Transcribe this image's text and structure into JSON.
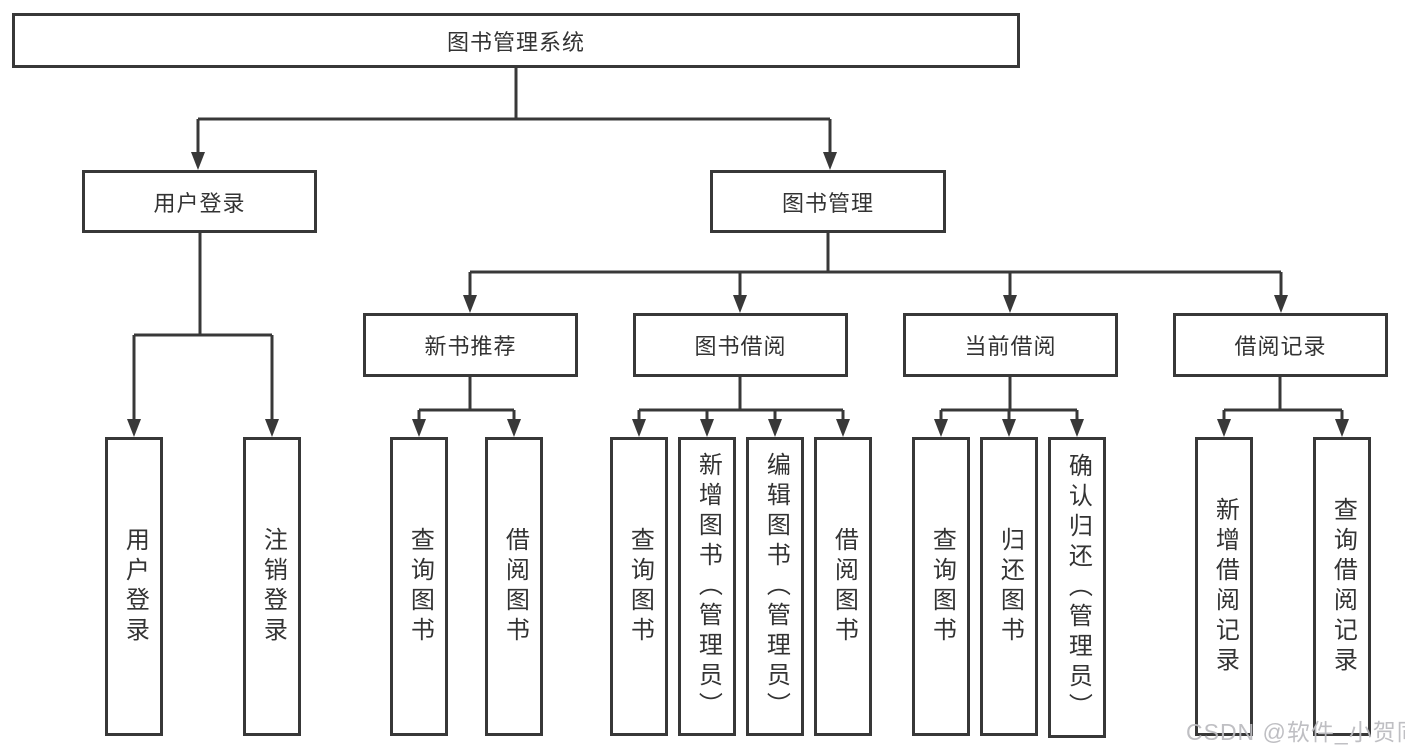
{
  "colors": {
    "line": "#383838",
    "box_border": "#383838",
    "text": "#333333",
    "background": "#ffffff",
    "watermark": "#bcbcc0"
  },
  "watermark": {
    "text": "CSDN @软件_小贺同学"
  },
  "tree": {
    "root": {
      "label": "图书管理系统"
    },
    "branches": [
      {
        "label": "用户登录",
        "leaves": [
          {
            "label": "用户登录"
          },
          {
            "label": "注销登录"
          }
        ]
      },
      {
        "label": "图书管理",
        "children": [
          {
            "label": "新书推荐",
            "leaves": [
              {
                "label": "查询图书"
              },
              {
                "label": "借阅图书"
              }
            ]
          },
          {
            "label": "图书借阅",
            "leaves": [
              {
                "label": "查询图书"
              },
              {
                "label": "新增图书（管理员）"
              },
              {
                "label": "编辑图书（管理员）"
              },
              {
                "label": "借阅图书"
              }
            ]
          },
          {
            "label": "当前借阅",
            "leaves": [
              {
                "label": "查询图书"
              },
              {
                "label": "归还图书"
              },
              {
                "label": "确认归还（管理员）"
              }
            ]
          },
          {
            "label": "借阅记录",
            "leaves": [
              {
                "label": "新增借阅记录"
              },
              {
                "label": "查询借阅记录"
              }
            ]
          }
        ]
      }
    ]
  }
}
